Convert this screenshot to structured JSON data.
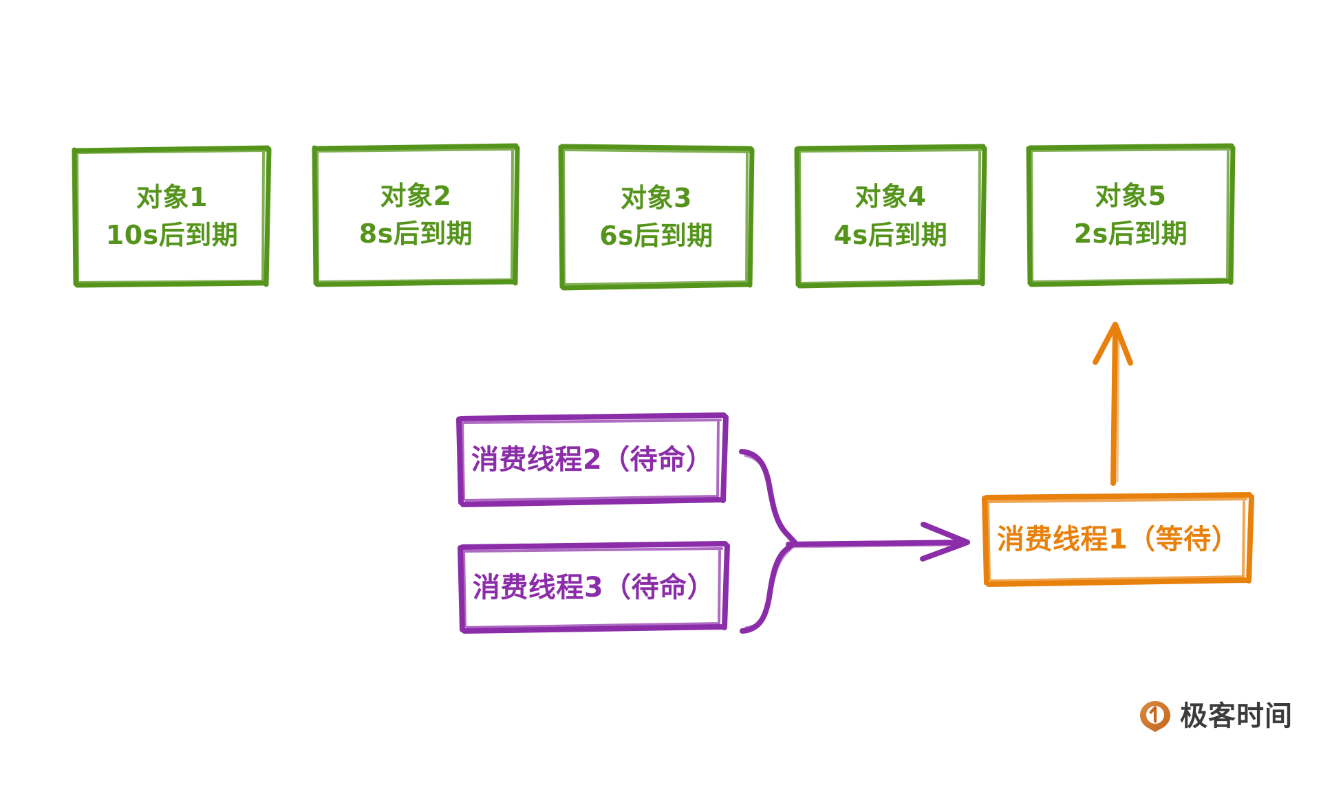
{
  "diagram": {
    "title": "DelayQueue consumer thread diagram",
    "colors": {
      "green": "#55941b",
      "purple": "#8b2ca8",
      "orange": "#e8800c",
      "background": "#ffffff",
      "logo_text": "#3b3b3b"
    },
    "objects": [
      {
        "id": "obj1",
        "name": "对象1",
        "expiry": "10s后到期"
      },
      {
        "id": "obj2",
        "name": "对象2",
        "expiry": "8s后到期"
      },
      {
        "id": "obj3",
        "name": "对象3",
        "expiry": "6s后到期"
      },
      {
        "id": "obj4",
        "name": "对象4",
        "expiry": "4s后到期"
      },
      {
        "id": "obj5",
        "name": "对象5",
        "expiry": "2s后到期"
      }
    ],
    "standby_threads": [
      {
        "id": "thread2",
        "label": "消费线程2（待命）"
      },
      {
        "id": "thread3",
        "label": "消费线程3（待命）"
      }
    ],
    "active_thread": {
      "id": "thread1",
      "label": "消费线程1（等待）"
    },
    "connectors": [
      {
        "id": "brace",
        "kind": "curly-brace",
        "color": "#8b2ca8"
      },
      {
        "id": "brace-to-active",
        "kind": "arrow-right",
        "color": "#8b2ca8"
      },
      {
        "id": "active-to-obj5",
        "kind": "arrow-up",
        "color": "#e8800c"
      }
    ]
  },
  "brand": {
    "name": "极客时间",
    "mark": "geektime-logo-icon"
  }
}
